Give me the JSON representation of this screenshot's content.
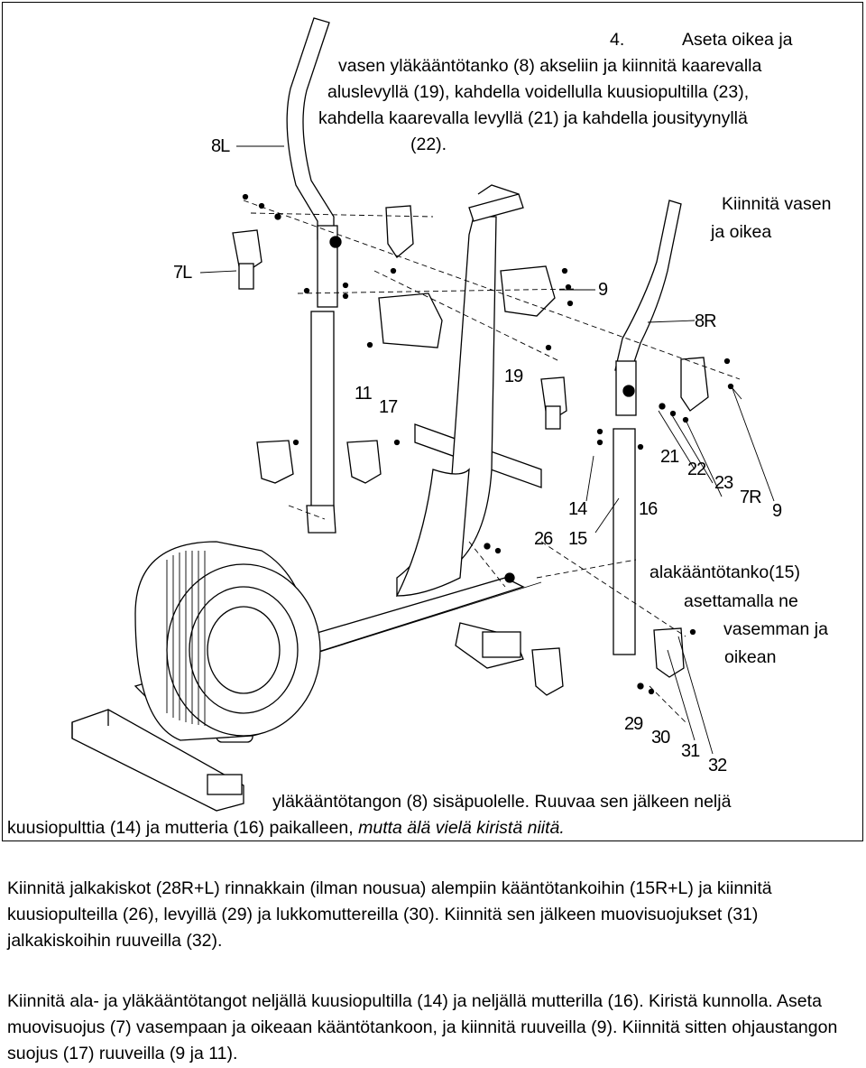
{
  "step": {
    "number": "4.",
    "lines": [
      "Aseta oikea ja",
      "vasen yläkääntötanko (8) akseliin ja kiinnitä kaarevalla",
      "aluslevyllä (19), kahdella voidellulla kuusiopultilla (23),",
      "kahdella kaarevalla levyllä (21) ja kahdella jousityynyllä",
      "(22)."
    ]
  },
  "side_text": {
    "top": [
      "Kiinnitä vasen",
      "ja oikea"
    ],
    "middle": [
      "alakääntötanko(15)",
      "asettamalla ne",
      "vasemman ja",
      "oikean"
    ],
    "bottom_line1": "yläkääntötangon (8) sisäpuolelle. Ruuvaa sen jälkeen neljä",
    "bottom_line2_plain": "kuusiopulttia (14) ja mutteria (16) paikalleen, ",
    "bottom_line2_italic": "mutta älä vielä kiristä niitä."
  },
  "part_labels": [
    "8L",
    "7L",
    "9",
    "8R",
    "11",
    "17",
    "19",
    "21",
    "22",
    "23",
    "7R",
    "9",
    "14",
    "16",
    "26",
    "15",
    "29",
    "30",
    "31",
    "32"
  ],
  "paragraphs": [
    "Kiinnitä jalkakiskot (28R+L) rinnakkain (ilman nousua) alempiin kääntötankoihin (15R+L) ja kiinnitä kuusiopulteilla (26), levyillä (29) ja lukkomuttereilla (30). Kiinnitä sen jälkeen muovisuojukset (31) jalkakiskoihin ruuveilla (32).",
    "Kiinnitä ala- ja yläkääntötangot neljällä kuusiopultilla (14) ja neljällä mutterilla (16). Kiristä kunnolla. Aseta muovisuojus (7) vasempaan ja oikeaan kääntötankoon, ja kiinnitä ruuveilla (9). Kiinnitä sitten ohjaustangon suojus (17) ruuveilla (9 ja 11)."
  ]
}
